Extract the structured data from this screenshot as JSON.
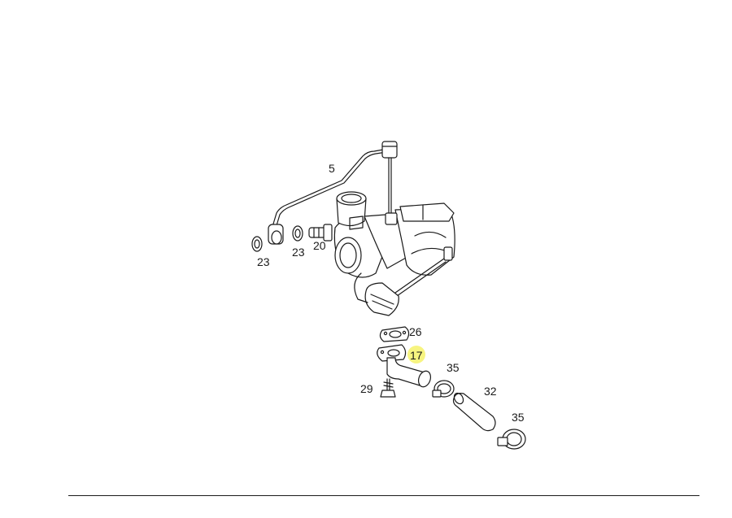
{
  "parts": [
    {
      "id": "p5",
      "label": "5"
    },
    {
      "id": "p23a",
      "label": "23"
    },
    {
      "id": "p23b",
      "label": "23"
    },
    {
      "id": "p20",
      "label": "20"
    },
    {
      "id": "p26",
      "label": "26"
    },
    {
      "id": "p17",
      "label": "17",
      "highlighted": true
    },
    {
      "id": "p35a",
      "label": "35"
    },
    {
      "id": "p29",
      "label": "29"
    },
    {
      "id": "p32",
      "label": "32"
    },
    {
      "id": "p35b",
      "label": "35"
    }
  ],
  "colors": {
    "line": "#1a1a1a",
    "highlight": "#f6f26a",
    "background": "#ffffff"
  }
}
